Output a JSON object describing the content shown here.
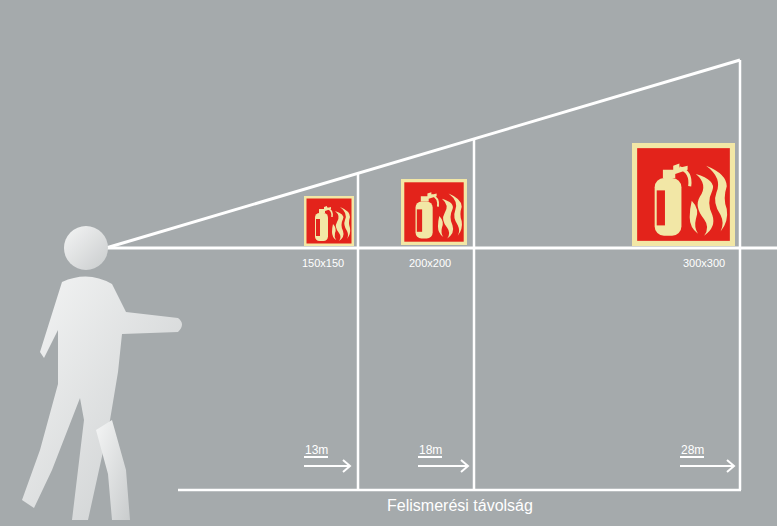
{
  "diagram": {
    "labels": [
      "150x150",
      "200x200",
      "300x300",
      "13m",
      "18m",
      "28m",
      "Felismerési távolság"
    ]
  }
}
